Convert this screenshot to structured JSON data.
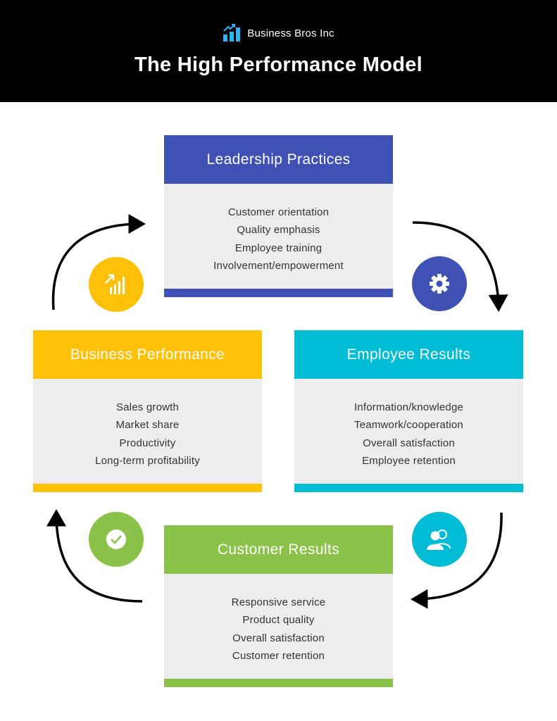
{
  "header": {
    "brand_name": "Business Bros Inc",
    "brand_icon": "bar-chart-logo-icon",
    "title": "The High Performance Model"
  },
  "cards": {
    "leadership": {
      "title": "Leadership Practices",
      "color": "#3f51b5",
      "items": [
        "Customer orientation",
        "Quality emphasis",
        "Employee training",
        "Involvement/empowerment"
      ]
    },
    "business": {
      "title": "Business Performance",
      "color": "#ffc107",
      "items": [
        "Sales growth",
        "Market share",
        "Productivity",
        "Long-term profitability"
      ]
    },
    "employee": {
      "title": "Employee Results",
      "color": "#00bcd4",
      "items": [
        "Information/knowledge",
        "Teamwork/cooperation",
        "Overall satisfaction",
        "Employee retention"
      ]
    },
    "customer": {
      "title": "Customer Results",
      "color": "#8bc34a",
      "items": [
        "Responsive service",
        "Product quality",
        "Overall satisfaction",
        "Customer retention"
      ]
    }
  },
  "icons": {
    "growth": {
      "name": "growth-chart-icon",
      "color": "#ffc107"
    },
    "gear": {
      "name": "gear-icon",
      "color": "#3f51b5"
    },
    "users": {
      "name": "users-icon",
      "color": "#00bcd4"
    },
    "check": {
      "name": "check-icon",
      "color": "#8bc34a"
    }
  }
}
